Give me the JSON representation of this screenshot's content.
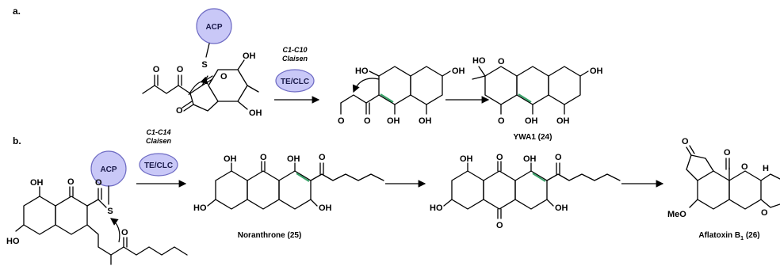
{
  "panels": {
    "a": "a.",
    "b": "b."
  },
  "enzymes": {
    "acp": "ACP",
    "te_clc": "TE/CLC"
  },
  "reaction_labels": {
    "a_line1": "C1-C10",
    "a_line2": "Claisen",
    "b_line1": "C1-C14",
    "b_line2": "Claisen"
  },
  "compounds": {
    "ywa1": "YWA1 (24)",
    "noranthrone": "Noranthrone (25)",
    "aflatoxin_prefix": "Aflatoxin B",
    "aflatoxin_sub": "1",
    "aflatoxin_suffix": " (26)"
  },
  "atoms": {
    "oh": "OH",
    "ho": "HO",
    "o": "O",
    "s": "S",
    "h": "H",
    "meo": "MeO"
  },
  "colors": {
    "enzyme_fill": "#c9c8f7",
    "enzyme_stroke": "#6f6cc4",
    "new_bond": "#3aa36a"
  }
}
